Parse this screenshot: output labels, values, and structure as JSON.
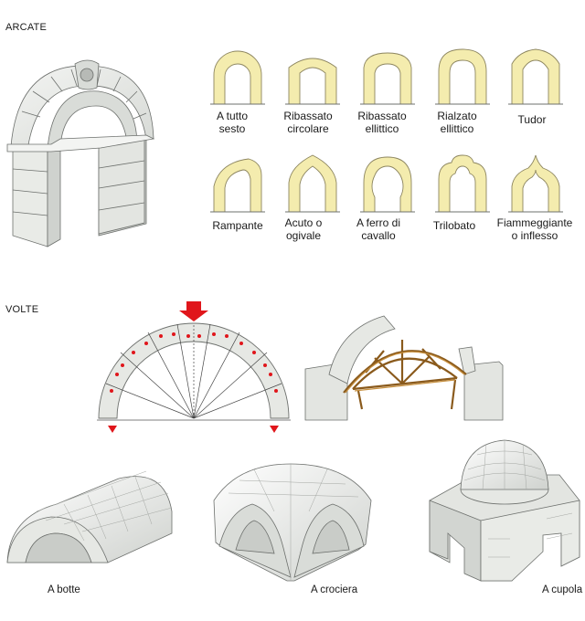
{
  "arcate": {
    "title": "ARCATE",
    "types": [
      {
        "id": "tutto-sesto",
        "line1": "A tutto",
        "line2": "sesto"
      },
      {
        "id": "ribassato-circolare",
        "line1": "Ribassato",
        "line2": "circolare"
      },
      {
        "id": "ribassato-ellittico",
        "line1": "Ribassato",
        "line2": "ellittico"
      },
      {
        "id": "rialzato-ellittico",
        "line1": "Rialzato",
        "line2": "ellittico"
      },
      {
        "id": "tudor",
        "line1": "Tudor",
        "line2": ""
      },
      {
        "id": "rampante",
        "line1": "Rampante",
        "line2": ""
      },
      {
        "id": "acuto-ogivale",
        "line1": "Acuto o",
        "line2": "ogivale"
      },
      {
        "id": "ferro-di-cavallo",
        "line1": "A ferro di",
        "line2": "cavallo"
      },
      {
        "id": "trilobato",
        "line1": "Trilobato",
        "line2": ""
      },
      {
        "id": "fiammeggiante",
        "line1": "Fiammeggiante",
        "line2": "o inflesso"
      }
    ]
  },
  "volte": {
    "title": "VOLTE",
    "types": [
      {
        "id": "botte",
        "label": "A botte"
      },
      {
        "id": "crociera",
        "label": "A crociera"
      },
      {
        "id": "cupola",
        "label": "A cupola"
      }
    ]
  },
  "colors": {
    "stone": "#e6e8e4",
    "stone_shade": "#c9ccc8",
    "outline": "#6d706d",
    "yellow": "#f4ecae",
    "yellow_line": "#b8ae6a",
    "force_arrow": "#e0161b",
    "wood": "#c7903f"
  }
}
